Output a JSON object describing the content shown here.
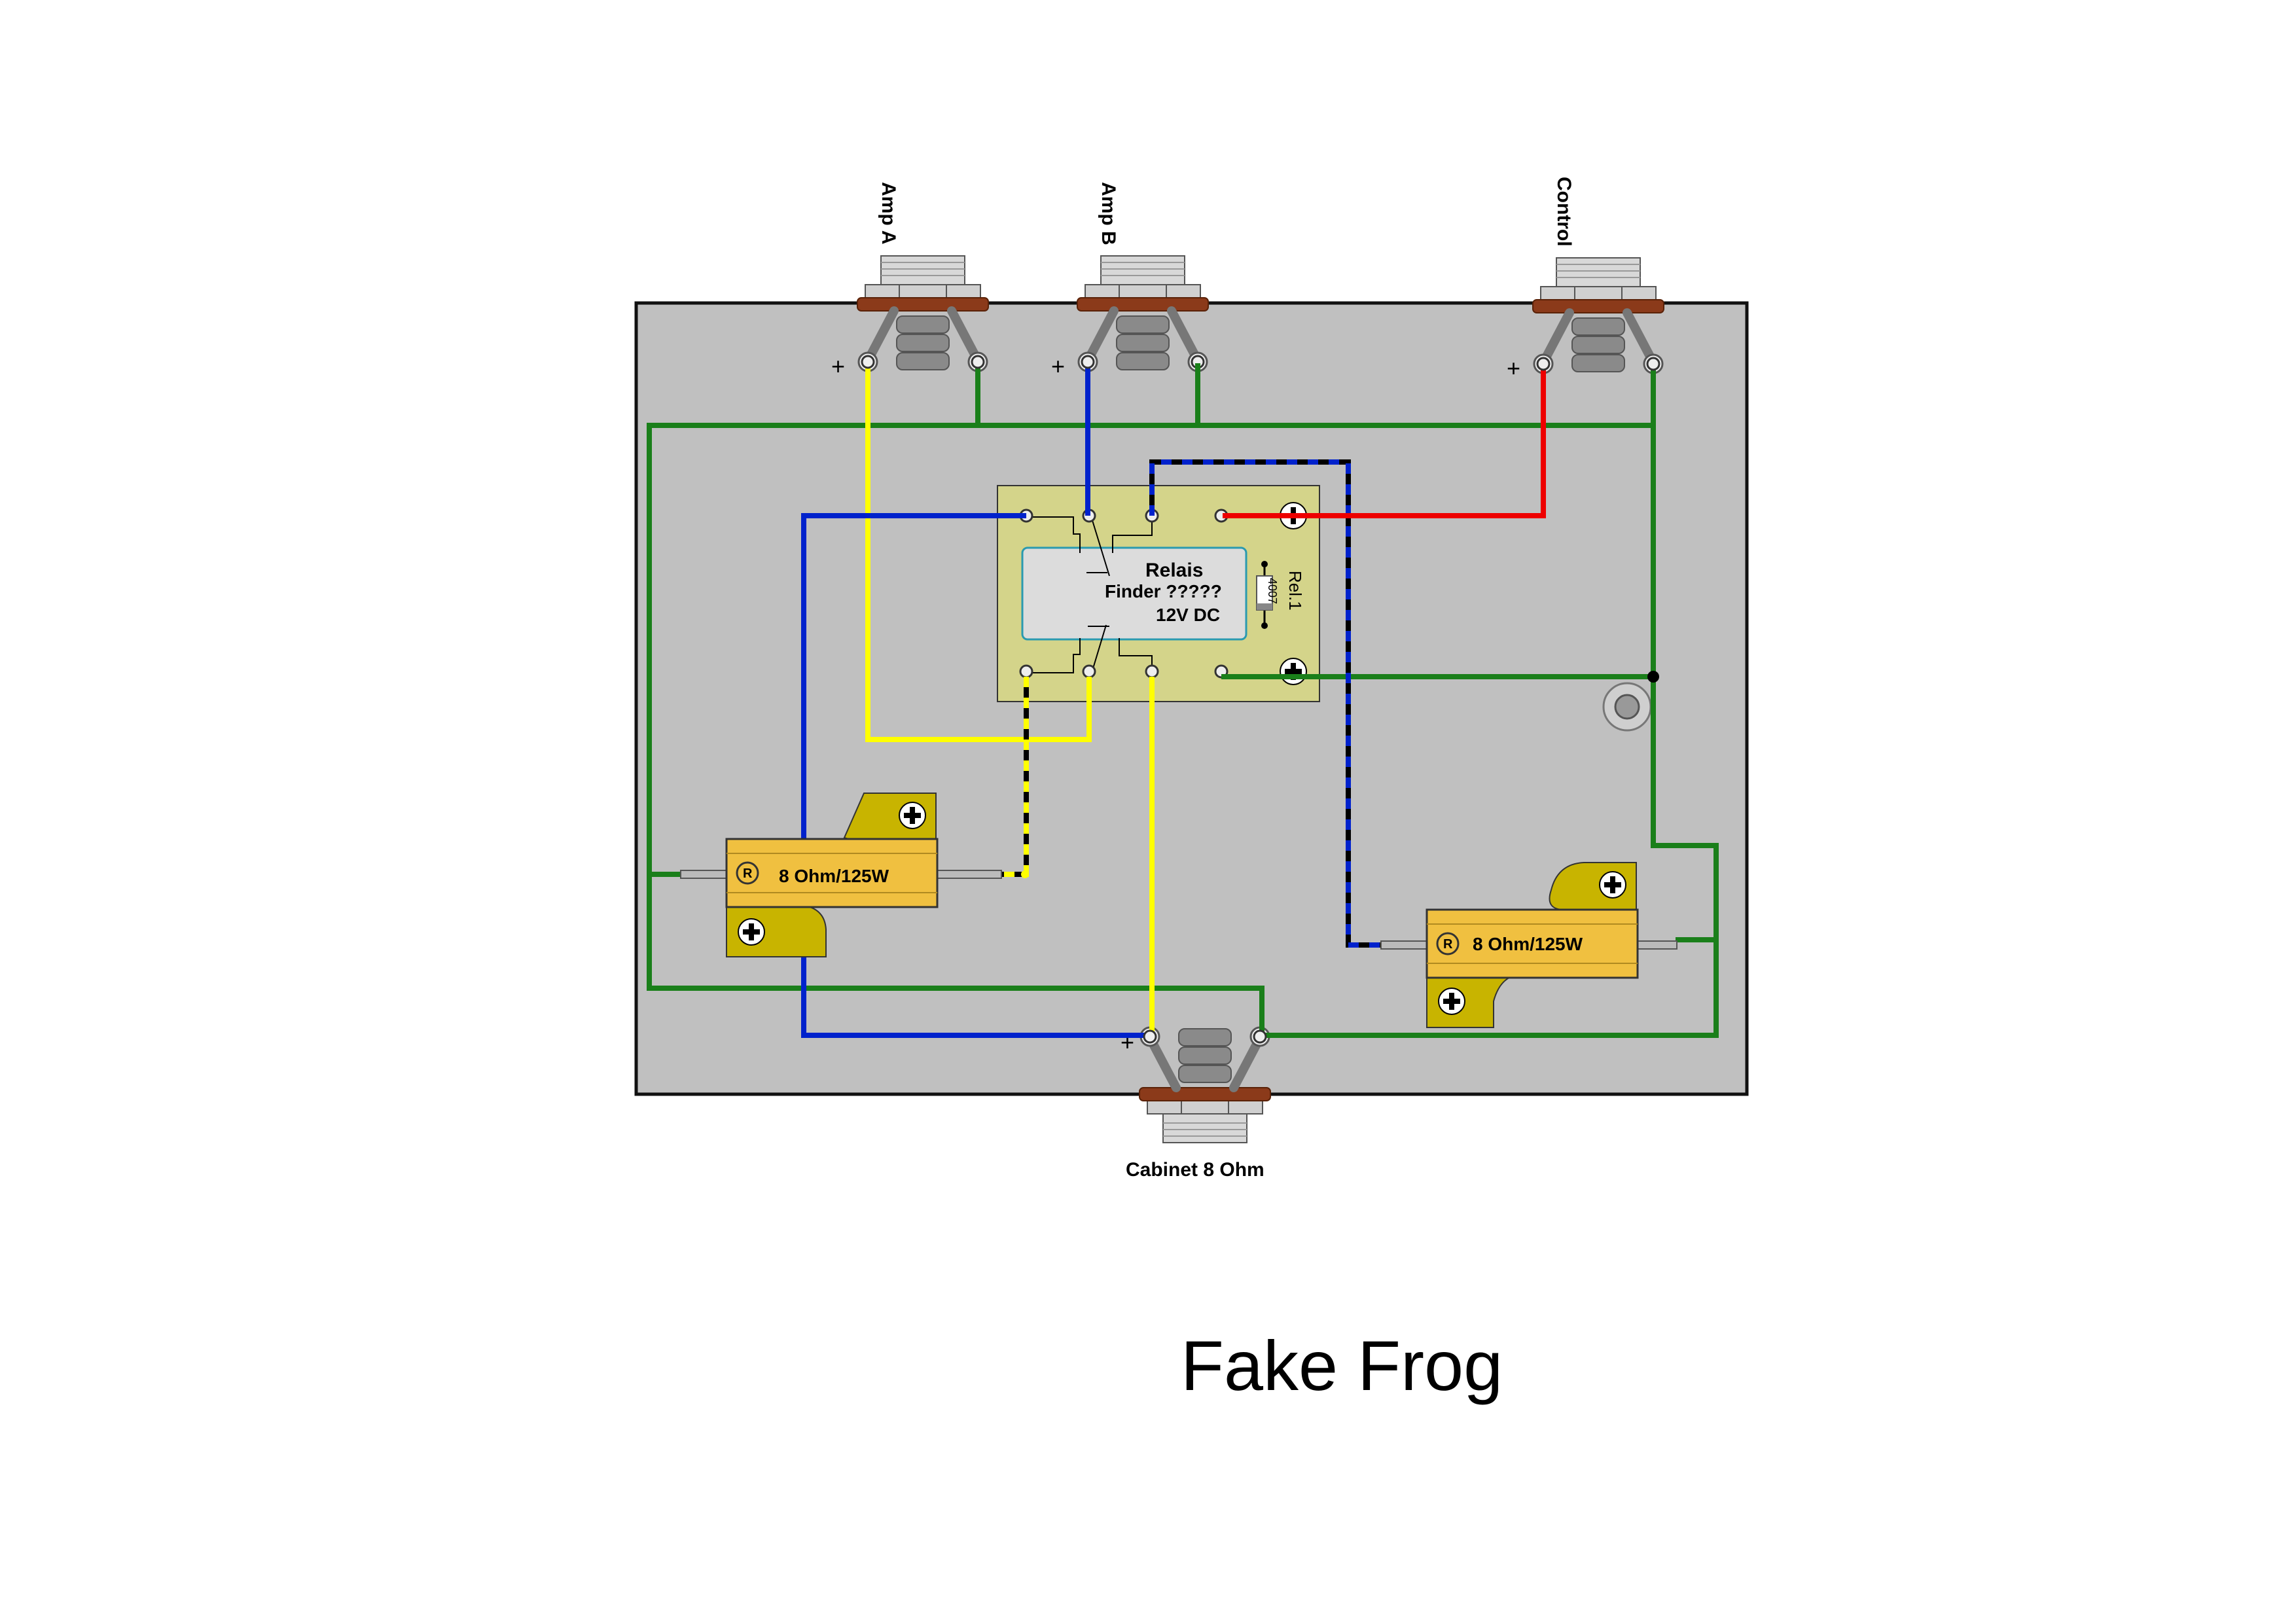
{
  "title": "Fake Frog",
  "jacks": {
    "amp_a": "Amp A",
    "amp_b": "Amp B",
    "control": "Control",
    "cabinet": "Cabinet 8 Ohm",
    "plus_sign": "+"
  },
  "relay": {
    "line1": "Relais",
    "line2": "Finder ?????",
    "line3": "12V DC",
    "ref": "Rel.1",
    "diode": "4007"
  },
  "resistors": {
    "left": "8 Ohm/125W",
    "right": "8 Ohm/125W",
    "brand_mark": "R"
  },
  "colors": {
    "background": "#ffffff",
    "enclosure": "#c0c0c0",
    "wire_green": "#1a7f1a",
    "wire_yellow": "#ffff00",
    "wire_blue": "#0022cc",
    "wire_red": "#ee0000",
    "wire_black": "#000000",
    "relay_board": "#d4d48a",
    "relay_body": "#dcdcdc",
    "resistor_body": "#f0c040",
    "resistor_bracket": "#c8b400",
    "jack_washer": "#8b3a1a"
  }
}
